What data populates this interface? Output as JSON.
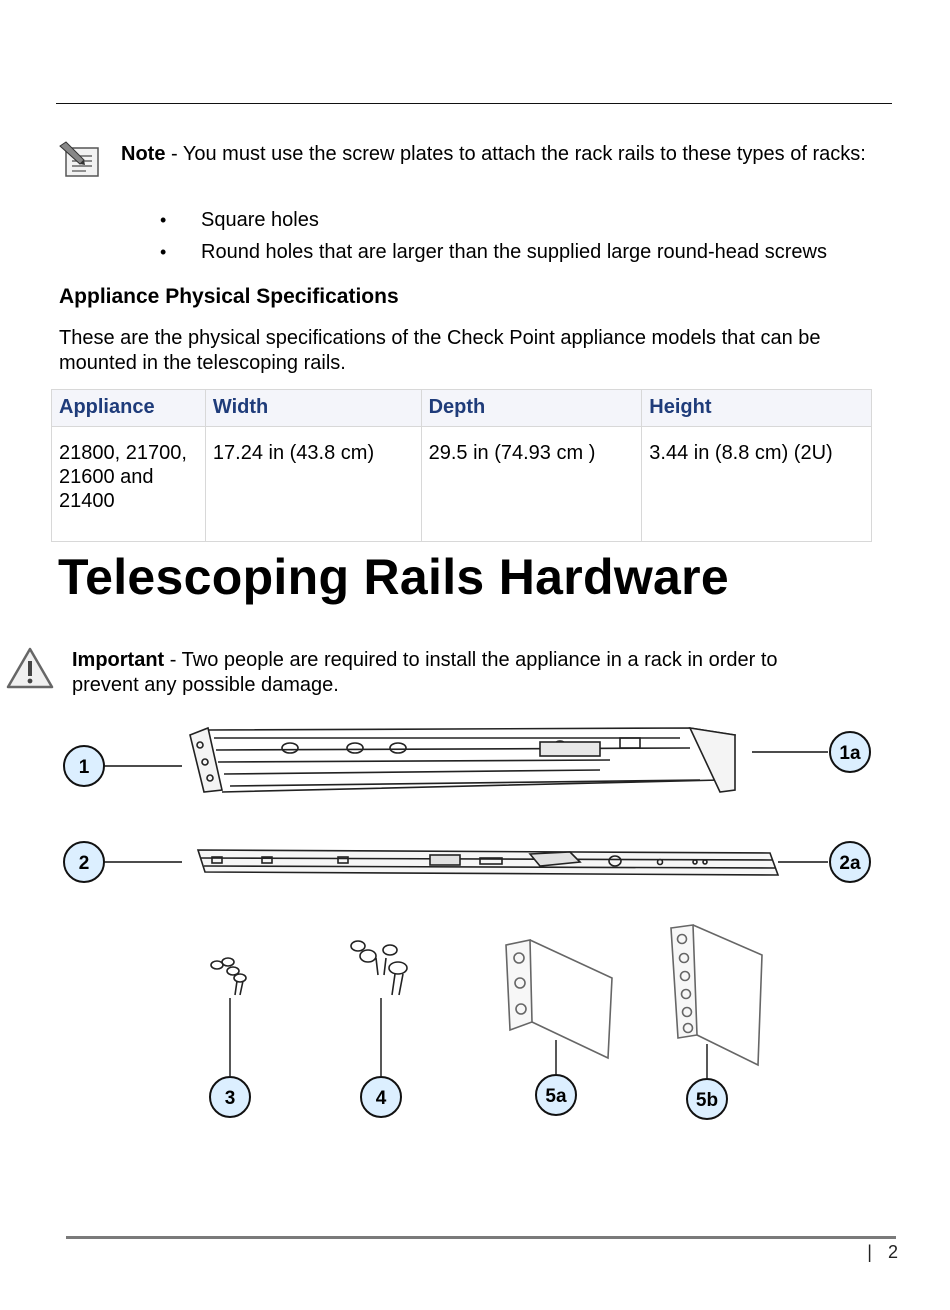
{
  "note": {
    "label": "Note",
    "text": " - You must use the screw plates to attach the rack rails to these types of racks:",
    "bullets": [
      "Square holes",
      "Round holes that are larger than the supplied large round-head screws"
    ]
  },
  "specs": {
    "heading": "Appliance Physical Specifications",
    "intro": "These are the physical specifications of the Check Point appliance models that can be mounted in the telescoping rails.",
    "columns": [
      "Appliance",
      "Width",
      "Depth",
      "Height"
    ],
    "rows": [
      [
        "21800, 21700, 21600 and 21400",
        "17.24 in (43.8 cm)",
        "29.5 in (74.93 cm )",
        "3.44 in (8.8 cm) (2U)"
      ]
    ]
  },
  "hardware": {
    "heading": "Telescoping Rails Hardware",
    "important_label": "Important",
    "important_text": " - Two people are required to install the appliance in a rack in order to prevent any possible damage.",
    "callouts": [
      "1",
      "1a",
      "2",
      "2a",
      "3",
      "4",
      "5a",
      "5b"
    ]
  },
  "footer": {
    "separator": "|",
    "page_number": "2"
  },
  "colors": {
    "table_header_text": "#1f3c7a",
    "callout_fill": "#dcefff"
  }
}
